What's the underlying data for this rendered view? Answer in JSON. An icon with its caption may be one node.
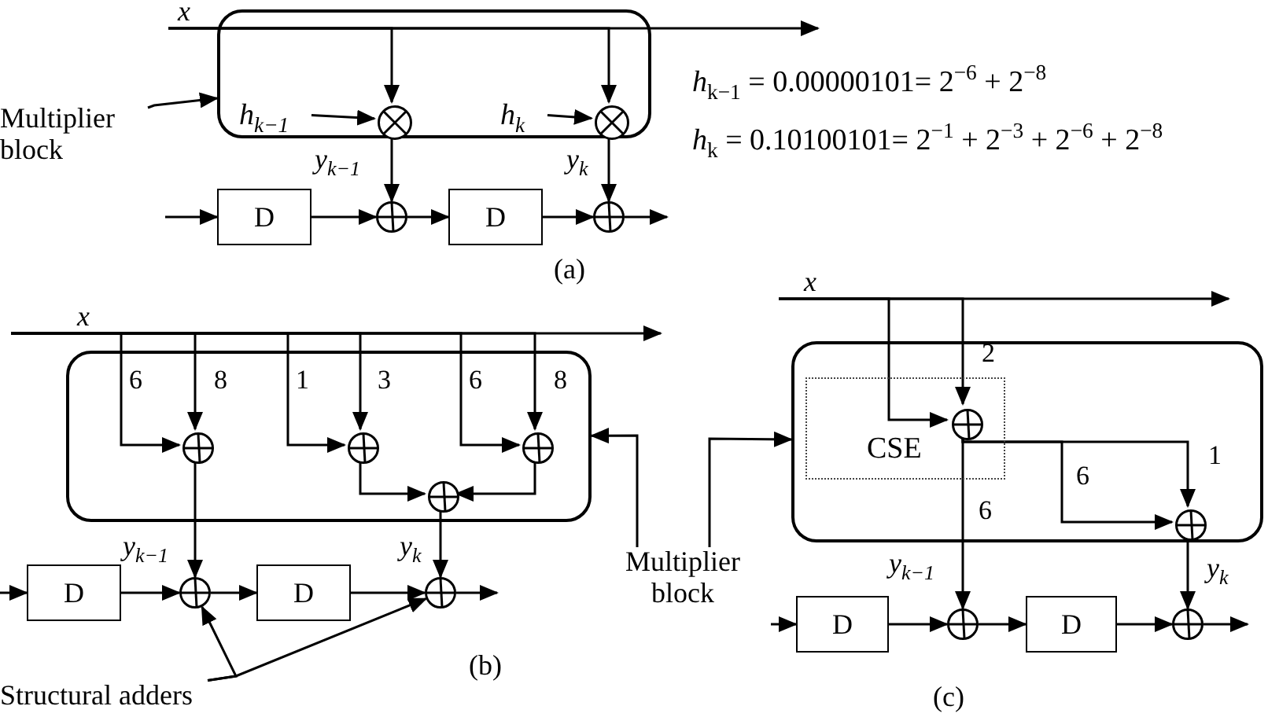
{
  "diagram": {
    "nodes": [
      {
        "text": [],
        "shape": "box"
      },
      {
        "text": [
          "h$_{k−1}$"
        ],
        "in": 0
      },
      {
        "text": [],
        "shape": "circle",
        "in": 0
      },
      {
        "text": [
          "h$_{k}$"
        ],
        "in": 0
      },
      {
        "text": [],
        "shape": "circle",
        "in": 0
      },
      {
        "text": [
          "Multiplier block"
        ]
      },
      {
        "text": [
          "D"
        ]
      },
      {
        "text": [],
        "shape": "circle"
      },
      {
        "text": [
          "D"
        ]
      },
      {
        "text": [],
        "shape": "circle"
      },
      {
        "text": [],
        "shape": "box"
      },
      {
        "text": [],
        "shape": "circle",
        "in": 10
      },
      {
        "text": [],
        "shape": "circle",
        "in": 10
      },
      {
        "text": [],
        "shape": "circle",
        "in": 10
      },
      {
        "text": [],
        "shape": "circle",
        "in": 10
      },
      {
        "text": [
          "D"
        ]
      },
      {
        "text": [],
        "shape": "circle"
      },
      {
        "text": [
          "D"
        ]
      },
      {
        "text": [],
        "shape": "circle"
      },
      {
        "text": [
          "Structural adders"
        ]
      },
      {
        "text": [
          "Multiplier block"
        ]
      },
      {
        "text": [],
        "shape": "box"
      },
      {
        "text": [
          "CSE"
        ],
        "in": 21
      },
      {
        "text": [],
        "shape": "circle",
        "in": 22
      },
      {
        "text": [],
        "shape": "circle",
        "in": 21
      },
      {
        "text": [
          "D"
        ]
      },
      {
        "text": [],
        "shape": "circle"
      },
      {
        "text": [
          "D"
        ]
      },
      {
        "text": [],
        "shape": "circle"
      },
      {
        "text": [
          "x"
        ]
      },
      {
        "text": [
          "x"
        ]
      },
      {
        "text": [
          "x"
        ]
      }
    ],
    "edges": [
      {
        "from": 29,
        "to": 2,
        "arrow": "to"
      },
      {
        "from": 29,
        "to": 4,
        "arrow": "to"
      },
      {
        "from": 1,
        "to": 2,
        "arrow": "to"
      },
      {
        "from": 3,
        "to": 4,
        "arrow": "to"
      },
      {
        "from": 5,
        "to": 0,
        "arrow": "to"
      },
      {
        "from": null,
        "to": 6,
        "arrow": "to"
      },
      {
        "from": 6,
        "to": 7,
        "arrow": "to"
      },
      {
        "from": 7,
        "to": 8,
        "arrow": "to"
      },
      {
        "from": 8,
        "to": 9,
        "arrow": "to"
      },
      {
        "from": 9,
        "to": null,
        "arrow": "to"
      },
      {
        "from": 2,
        "to": 7,
        "arrow": "to"
      },
      {
        "from": 4,
        "to": 9,
        "arrow": "to"
      },
      {
        "from": 30,
        "to": 11,
        "arrow": "to"
      },
      {
        "from": 30,
        "to": 11,
        "arrow": "to"
      },
      {
        "from": 30,
        "to": 12,
        "arrow": "to"
      },
      {
        "from": 30,
        "to": 12,
        "arrow": "to"
      },
      {
        "from": 30,
        "to": 13,
        "arrow": "to"
      },
      {
        "from": 30,
        "to": 13,
        "arrow": "to"
      },
      {
        "from": 12,
        "to": 14,
        "arrow": "to"
      },
      {
        "from": 13,
        "to": 14,
        "arrow": "to"
      },
      {
        "from": 11,
        "to": 16,
        "arrow": "to"
      },
      {
        "from": 14,
        "to": 18,
        "arrow": "to"
      },
      {
        "from": null,
        "to": 15,
        "arrow": "to"
      },
      {
        "from": 15,
        "to": 16,
        "arrow": "to"
      },
      {
        "from": 16,
        "to": 17,
        "arrow": "to"
      },
      {
        "from": 17,
        "to": 18,
        "arrow": "to"
      },
      {
        "from": 18,
        "to": null,
        "arrow": "to"
      },
      {
        "from": 19,
        "to": 16,
        "arrow": "to"
      },
      {
        "from": 19,
        "to": 18,
        "arrow": "to"
      },
      {
        "from": 20,
        "to": 10,
        "arrow": "to"
      },
      {
        "from": 20,
        "to": 21,
        "arrow": "to"
      },
      {
        "from": 31,
        "to": 23,
        "arrow": "to"
      },
      {
        "from": 31,
        "to": 23,
        "arrow": "to"
      },
      {
        "from": 23,
        "to": 24,
        "arrow": "to"
      },
      {
        "from": 23,
        "to": 24,
        "arrow": "to"
      },
      {
        "from": 23,
        "to": 26,
        "arrow": "to"
      },
      {
        "from": 24,
        "to": 28,
        "arrow": "to"
      },
      {
        "from": null,
        "to": 25,
        "arrow": "to"
      },
      {
        "from": 25,
        "to": 26,
        "arrow": "to"
      },
      {
        "from": 26,
        "to": 27,
        "arrow": "to"
      },
      {
        "from": 27,
        "to": 28,
        "arrow": "to"
      },
      {
        "from": 28,
        "to": null,
        "arrow": "to"
      },
      {
        "from": 29,
        "to": null,
        "arrow": "to"
      },
      {
        "from": 30,
        "to": null,
        "arrow": "to"
      },
      {
        "from": 31,
        "to": null,
        "arrow": "to"
      }
    ],
    "labels": [
      "*h*$_{k−1}$ = 0.00000101= 2$^{−6}$ + 2$^{−8}$",
      "*h*$_{k}$ = 0.10100101= 2$^{−1}$ + 2$^{−3}$ + 2$^{−6}$ + 2$^{−8}$",
      "y$_{k−1}$",
      "y$_{k}$",
      "(a)",
      "6",
      "8",
      "1",
      "3",
      "6",
      "8",
      "y$_{k−1}$",
      "y$_{k}$",
      "(b)",
      "2",
      "1",
      "6",
      "6",
      "y$_{k−1}$",
      "y$_{k}$",
      "(c)"
    ]
  }
}
